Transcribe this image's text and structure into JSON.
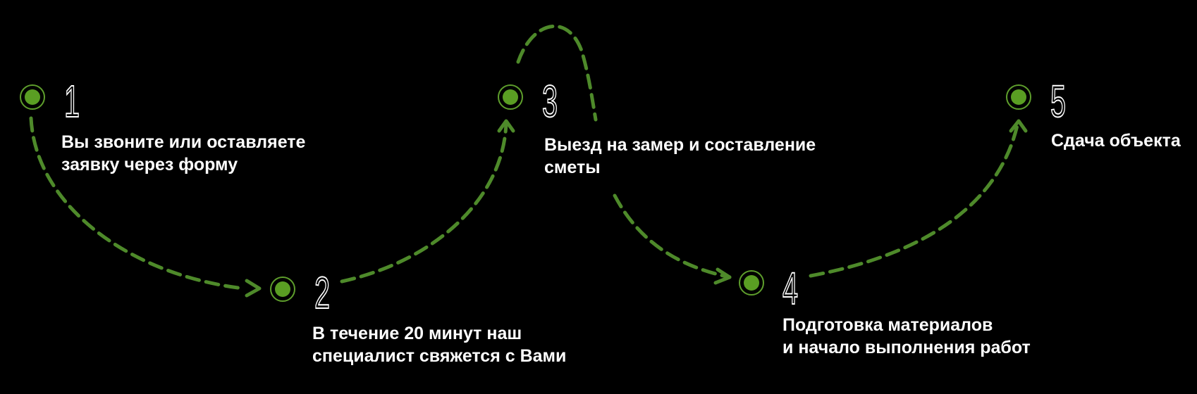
{
  "colors": {
    "accent": "#5a9e23",
    "dash": "#4e8a2a",
    "text": "#ffffff",
    "background": "#000000"
  },
  "steps": [
    {
      "number": "1",
      "text": [
        "Вы звоните или оставляете",
        "заявку через форму"
      ]
    },
    {
      "number": "2",
      "text": [
        "В течение 20 минут наш",
        "специалист свяжется с Вами"
      ]
    },
    {
      "number": "3",
      "text": [
        "Выезд на замер и составление",
        "сметы"
      ]
    },
    {
      "number": "4",
      "text": [
        "Подготовка материалов",
        "и начало выполнения работ"
      ]
    },
    {
      "number": "5",
      "text": [
        "Сдача объекта"
      ]
    }
  ]
}
